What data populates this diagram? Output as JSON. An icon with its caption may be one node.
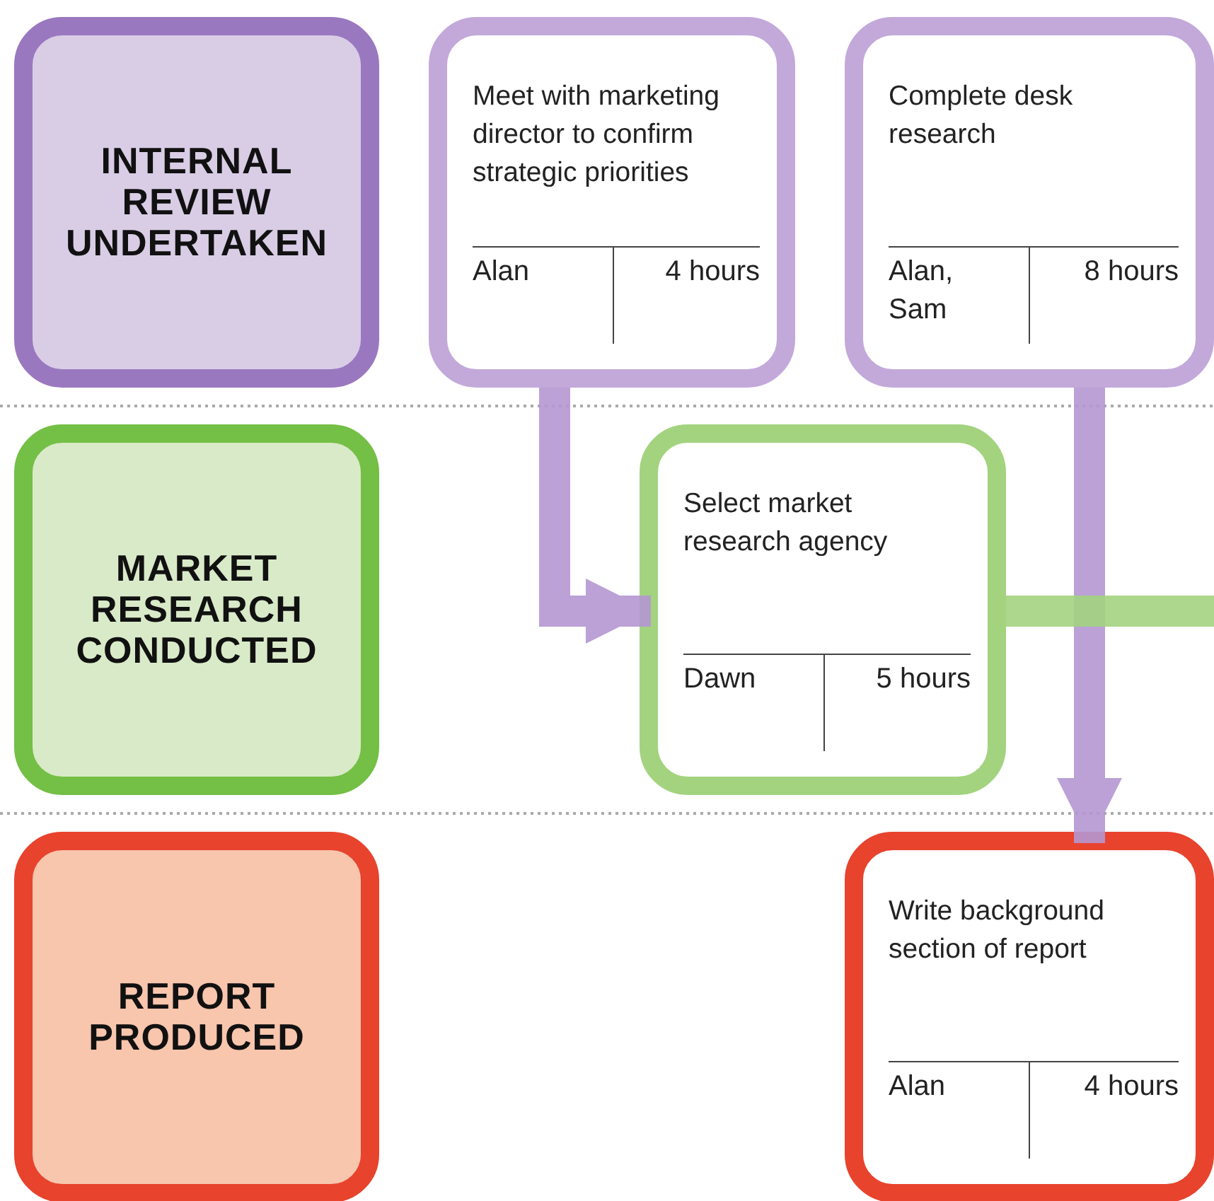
{
  "diagram": {
    "nodes": [
      {
        "text": [
          "INTERNAL REVIEW UNDERTAKEN"
        ]
      },
      {
        "text": [
          "Meet with marketing director to confirm strategic priorities",
          "Alan",
          "4 hours"
        ]
      },
      {
        "text": [
          "Complete desk research",
          "Alan, Sam",
          "8 hours"
        ]
      },
      {
        "text": [
          "MARKET RESEARCH CONDUCTED"
        ]
      },
      {
        "text": [
          "Select market research agency",
          "Dawn",
          "5 hours"
        ]
      },
      {
        "text": [
          "REPORT PRODUCED"
        ]
      },
      {
        "text": [
          "Write background section of report",
          "Alan",
          "4 hours"
        ]
      }
    ],
    "edges": [
      {
        "from": 1,
        "to": 4,
        "arrow": "to"
      },
      {
        "from": 2,
        "to": 6,
        "arrow": "to"
      },
      {
        "from": 4,
        "to": null,
        "arrow": "none",
        "color": "#a3d37f"
      }
    ]
  }
}
